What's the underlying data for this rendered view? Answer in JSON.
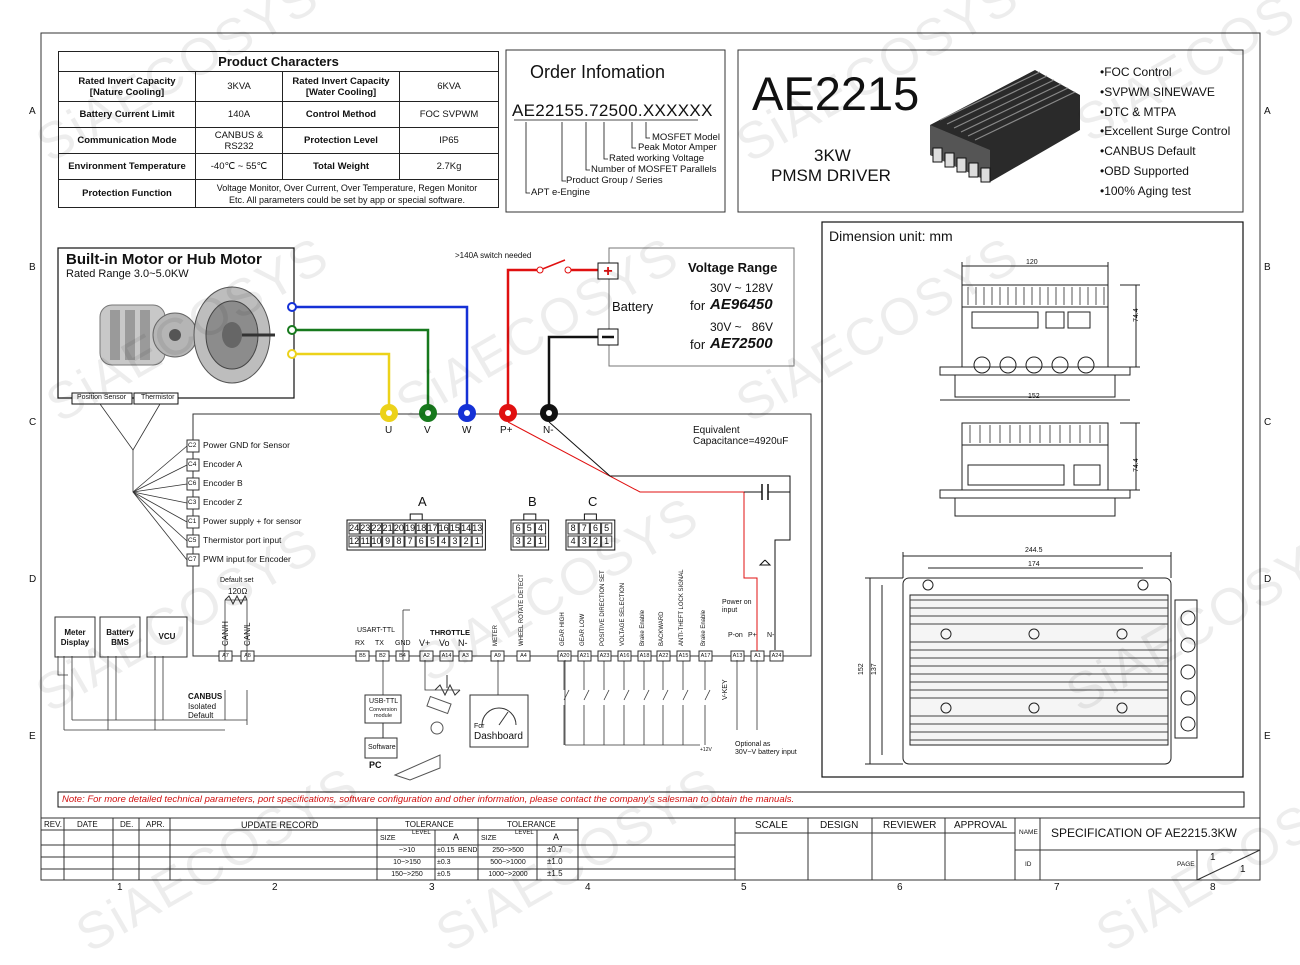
{
  "watermark": "SiAECOSYS",
  "border": {
    "rows": [
      "A",
      "B",
      "C",
      "D",
      "E"
    ],
    "cols": [
      "1",
      "2",
      "3",
      "4",
      "5",
      "6",
      "7",
      "8"
    ]
  },
  "product_characters": {
    "title": "Product Characters",
    "rows": [
      {
        "k1": "Rated Invert Capacity [Nature Cooling]",
        "v1": "3KVA",
        "k2": "Rated Invert Capacity [Water Cooling]",
        "v2": "6KVA"
      },
      {
        "k1": "Battery Current Limit",
        "v1": "140A",
        "k2": "Control Method",
        "v2": "FOC SVPWM"
      },
      {
        "k1": "Communication Mode",
        "v1": "CANBUS & RS232",
        "k2": "Protection Level",
        "v2": "IP65"
      },
      {
        "k1": "Environment Temperature",
        "v1": "-40℃ ~ 55℃",
        "k2": "Total Weight",
        "v2": "2.7Kg"
      }
    ],
    "protection_label": "Protection Function",
    "protection_line1": "Voltage Monitor, Over Current, Over Temperature, Regen Monitor",
    "protection_line2": "Etc. All parameters could be set by app or special software."
  },
  "order": {
    "title": "Order Infomation",
    "code": "AE22155.72500.XXXXXX",
    "labels": [
      "MOSFET Model",
      "Peak Motor Amper",
      "Rated working Voltage",
      "Number of MOSFET Parallels",
      "Product Group / Series",
      "APT e-Engine"
    ]
  },
  "product": {
    "model": "AE2215",
    "power": "3KW",
    "desc": "PMSM DRIVER",
    "features": [
      "FOC Control",
      "SVPWM SINEWAVE",
      "DTC & MTPA",
      "Excellent Surge Control",
      "CANBUS Default",
      "OBD Supported",
      "100% Aging test"
    ]
  },
  "motor": {
    "title": "Built-in Motor or Hub Motor",
    "subtitle": "Rated Range 3.0~5.0KW",
    "pos_sensor": "Position Sensor",
    "thermistor": "Thermistor"
  },
  "battery": {
    "switch_note": ">140A switch needed",
    "label": "Battery",
    "range_title": "Voltage Range",
    "range1": "30V ~ 128V",
    "for1": "for",
    "model1": "AE96450",
    "range2": "30V ~   86V",
    "for2": "for",
    "model2": "AE72500"
  },
  "terminals": [
    "U",
    "V",
    "W",
    "P+",
    "N-"
  ],
  "capacitance": {
    "line1": "Equivalent",
    "line2": "Capacitance=4920uF"
  },
  "sensor_pins": [
    {
      "pin": "C2",
      "label": "Power GND for Sensor"
    },
    {
      "pin": "C4",
      "label": "Encoder A"
    },
    {
      "pin": "C6",
      "label": "Encoder B"
    },
    {
      "pin": "C3",
      "label": "Encoder Z"
    },
    {
      "pin": "C1",
      "label": "Power supply + for sensor"
    },
    {
      "pin": "C5",
      "label": "Thermistor port input"
    },
    {
      "pin": "C7",
      "label": "PWM input for Encoder"
    }
  ],
  "connectors": {
    "A": {
      "name": "A",
      "top": [
        "24",
        "23",
        "22",
        "21",
        "20",
        "19",
        "18",
        "17",
        "16",
        "15",
        "14",
        "13"
      ],
      "bottom": [
        "12",
        "11",
        "10",
        "9",
        "8",
        "7",
        "6",
        "5",
        "4",
        "3",
        "2",
        "1"
      ]
    },
    "B": {
      "name": "B",
      "top": [
        "6",
        "5",
        "4"
      ],
      "bottom": [
        "3",
        "2",
        "1"
      ]
    },
    "C": {
      "name": "C",
      "top": [
        "8",
        "7",
        "6",
        "5"
      ],
      "bottom": [
        "4",
        "3",
        "2",
        "1"
      ]
    }
  },
  "bottom_pins": [
    {
      "pin": "A7",
      "label": "CAN/H"
    },
    {
      "pin": "A8",
      "label": "CAN/L"
    },
    {
      "pin": "B5",
      "label": "RX"
    },
    {
      "pin": "B2",
      "label": "TX"
    },
    {
      "pin": "B4",
      "label": "GND"
    },
    {
      "pin": "A2",
      "label": "V+"
    },
    {
      "pin": "A14",
      "label": "Vo"
    },
    {
      "pin": "A3",
      "label": "N-"
    },
    {
      "pin": "A9",
      "label": "METER"
    },
    {
      "pin": "A4",
      "label": "WHEEL ROTATE DETECT"
    },
    {
      "pin": "A20",
      "label": "GEAR HIGH"
    },
    {
      "pin": "A21",
      "label": "GEAR LOW"
    },
    {
      "pin": "A23",
      "label": "POSITIVE DIRECTION SET"
    },
    {
      "pin": "A16",
      "label": "VOLTAGE SELECTION"
    },
    {
      "pin": "A18",
      "label": "Brake Enable"
    },
    {
      "pin": "A22",
      "label": "BACKWARD"
    },
    {
      "pin": "A15",
      "label": "ANTI-THEFT LOCK SIGNAL"
    },
    {
      "pin": "A17",
      "label": "Brake Enable"
    },
    {
      "pin": "A13",
      "label": "P-on"
    },
    {
      "pin": "A1",
      "label": "P+"
    },
    {
      "pin": "A24",
      "label": "N-"
    }
  ],
  "misc": {
    "default_set": "Default set",
    "resistor": "120Ω",
    "usart": "USART-TTL",
    "throttle": "THROTTLE",
    "power_on": "Power on",
    "input": "input",
    "meter_display": "Meter Display",
    "battery_bms": "Battery BMS",
    "vcu": "VCU",
    "canbus": "CANBUS",
    "isolated": "Isolated",
    "default": "Default",
    "usb_ttl": "USB-TTL",
    "conv": "Conversion module",
    "software": "Software",
    "pc": "PC",
    "for_dash": "For",
    "dashboard": "Dashboard",
    "vkey": "V-KEY",
    "optional1": "Optional as",
    "optional2": "30V~V battery input",
    "v12": "+12V"
  },
  "dimension": {
    "title": "Dimension unit: mm",
    "d120": "120",
    "d74a": "74.4",
    "d152": "152",
    "d74b": "74.4",
    "d2445": "244.5",
    "d174": "174",
    "d152b": "152",
    "d137": "137"
  },
  "note": "Note:  For more detailed technical parameters, port specifications, software configuration and other information, please contact the company's salesman to obtain the manuals.",
  "title_block": {
    "rev": "REV.",
    "date": "DATE",
    "de": "DE.",
    "apr": "APR.",
    "update": "UPDATE RECORD",
    "tolerance": "TOLERANCE",
    "level": "LEVEL",
    "size": "SIZE",
    "a": "A",
    "bend": "BEND",
    "tol1": [
      [
        "~>10",
        "±0.15"
      ],
      [
        "10~>150",
        "±0.3"
      ],
      [
        "150~>250",
        "±0.5"
      ]
    ],
    "tol2": [
      [
        "250~>500",
        "±0.7"
      ],
      [
        "500~>1000",
        "±1.0"
      ],
      [
        "1000~>2000",
        "±1.5"
      ]
    ],
    "scale": "SCALE",
    "design": "DESIGN",
    "reviewer": "REVIEWER",
    "approval": "APPROVAL",
    "name_lbl": "NAME",
    "name_val": "SPECIFICATION OF AE2215.3KW",
    "id_lbl": "ID",
    "page_lbl": "PAGE",
    "page_num": "1",
    "page_tot": "1"
  }
}
